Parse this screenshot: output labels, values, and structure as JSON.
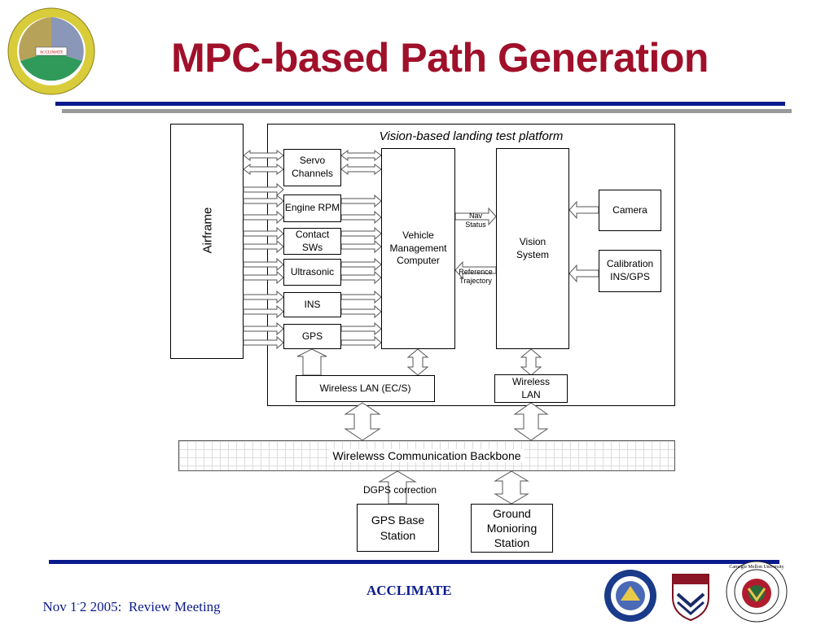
{
  "title": "MPC-based Path Generation",
  "diagram": {
    "platform_title": "Vision-based landing test platform",
    "airframe": "Airframe",
    "sensors": [
      "Servo Channels",
      "Engine RPM",
      "Contact SWs",
      "Ultrasonic",
      "INS",
      "GPS"
    ],
    "vmc": "Vehicle Management Computer",
    "vision": "Vision System",
    "camera": "Camera",
    "calibration": "Calibration INS/GPS",
    "nav_status": "Nav Status",
    "reference_trajectory": "Reference Trajectory",
    "wlan_ecs": "Wireless LAN (EC/S)",
    "wlan": "Wireless LAN",
    "backbone": "Wirelewss Communication Backbone",
    "dgps": "DGPS correction",
    "gps_base": "GPS Base Station",
    "ground_station": "Ground Monioring Station"
  },
  "footer": {
    "date_prefix": "Nov 1",
    "date_sup": "-",
    "date_rest": "2 2005:  Review Meeting",
    "center": "ACCLIMATE"
  },
  "logos": {
    "left_logo": "ACCLIMATE circle logo",
    "seal_1": "university seal",
    "seal_2": "shield crest",
    "seal_3": "Carnegie Mellon seal"
  },
  "logo_text": {
    "center": "ACCLIMATE",
    "seal_3_top": "Carnegie Mellon University"
  }
}
